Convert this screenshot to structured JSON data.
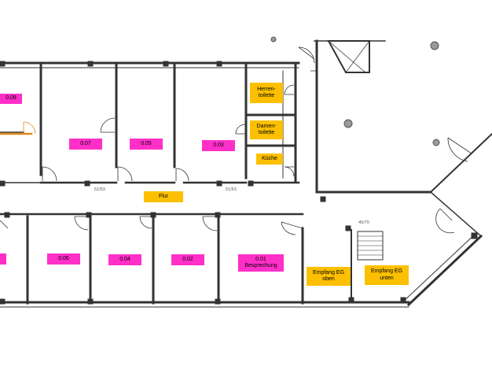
{
  "colors": {
    "room_label": "#ff2fc8",
    "facility_label": "#fcc000",
    "wall": "#333333",
    "door": "#333333",
    "orange_accent": "#e08a1e"
  },
  "rooms": {
    "r009": "0.09",
    "r007": "0.07",
    "r005": "0.05",
    "r003": "0.03",
    "r006": "0.06",
    "r004": "0.04",
    "r002": "0.02",
    "r001": "0.01\nBesprechung"
  },
  "facilities": {
    "herren": "Herren-\ntoilette",
    "damen": "Damen-\ntoilette",
    "kueche": "Küche",
    "flur": "Flur",
    "empfang_oben": "Empfang EG\noben",
    "empfang_unten": "Empfang EG\nunten"
  },
  "dimensions": {
    "d1": "51/53",
    "d2": "51/53",
    "d3": "45/70"
  }
}
